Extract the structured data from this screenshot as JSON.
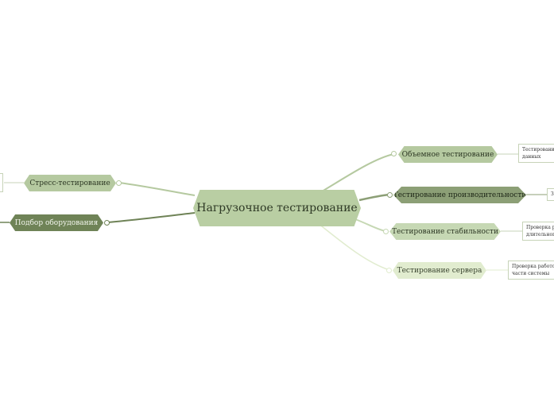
{
  "central": {
    "label": "Нагрузочное тестирование"
  },
  "topics": {
    "volume": {
      "label": "Объемное тестирование",
      "note": "Тестирование данных"
    },
    "performance": {
      "label": "Тестирование производительности",
      "note": "З"
    },
    "stability": {
      "label": "Тестирование стабильности",
      "note": "Проверка р длительного"
    },
    "server": {
      "label": "Тестирование сервера",
      "note": "Проверка работос части системы"
    },
    "stress": {
      "label": "Стресс-тестирование",
      "note": ""
    },
    "hardware": {
      "label": "Подбор оборудования"
    }
  },
  "colors": {
    "central": "#b9cea3",
    "volume": "#b5c9a0",
    "performance": "#8c9f76",
    "stability": "#c6d8b4",
    "server": "#e1eccf",
    "stress": "#b5c9a0",
    "hardware": "#6f8357"
  }
}
